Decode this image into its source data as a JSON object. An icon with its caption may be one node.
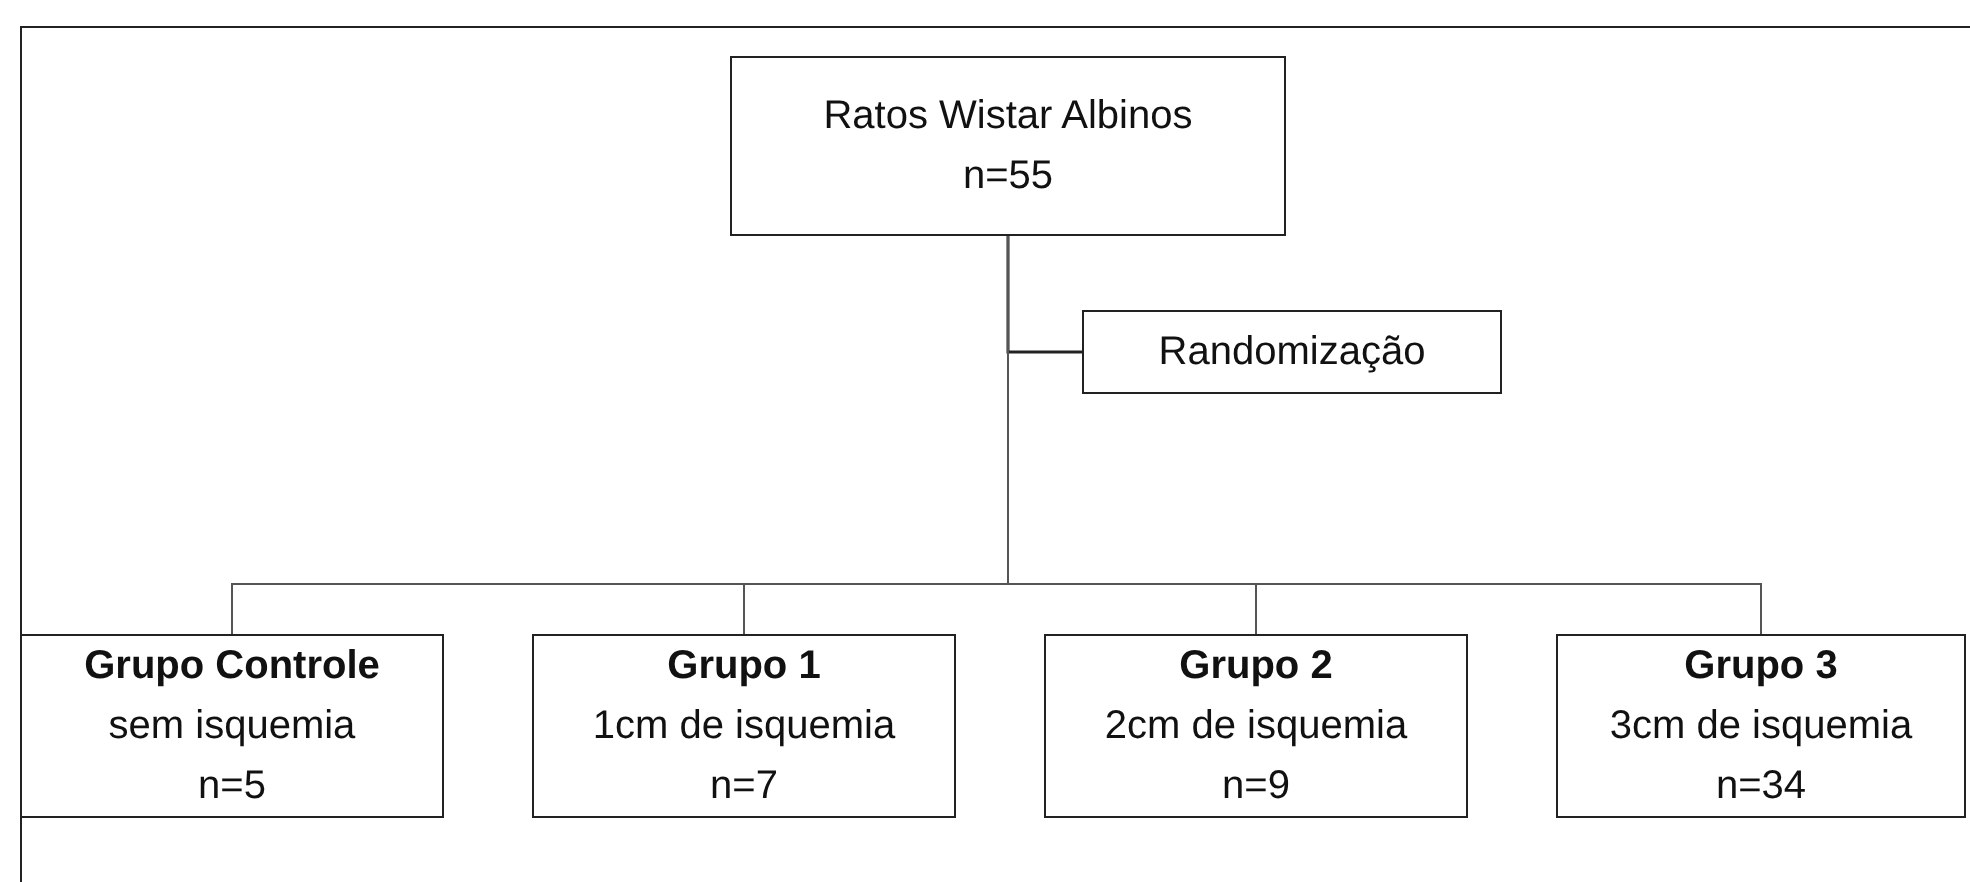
{
  "diagram": {
    "nodes": [
      {
        "text": [
          "Ratos Wistar Albinos",
          "n=55"
        ]
      },
      {
        "text": [
          "Randomização"
        ]
      },
      {
        "text": [
          "Grupo Controle",
          "sem isquemia",
          "n=5"
        ]
      },
      {
        "text": [
          "Grupo 1",
          "1cm de isquemia",
          "n=7"
        ]
      },
      {
        "text": [
          "Grupo 2",
          "2cm de isquemia",
          "n=9"
        ]
      },
      {
        "text": [
          "Grupo 3",
          "3cm de isquemia",
          "n=34"
        ]
      }
    ],
    "edges": [
      {
        "from": 0,
        "to": 1,
        "arrow": "none"
      },
      {
        "from": 0,
        "to": 2,
        "arrow": "none"
      },
      {
        "from": 0,
        "to": 3,
        "arrow": "none"
      },
      {
        "from": 0,
        "to": 4,
        "arrow": "none"
      },
      {
        "from": 0,
        "to": 5,
        "arrow": "none"
      }
    ]
  }
}
